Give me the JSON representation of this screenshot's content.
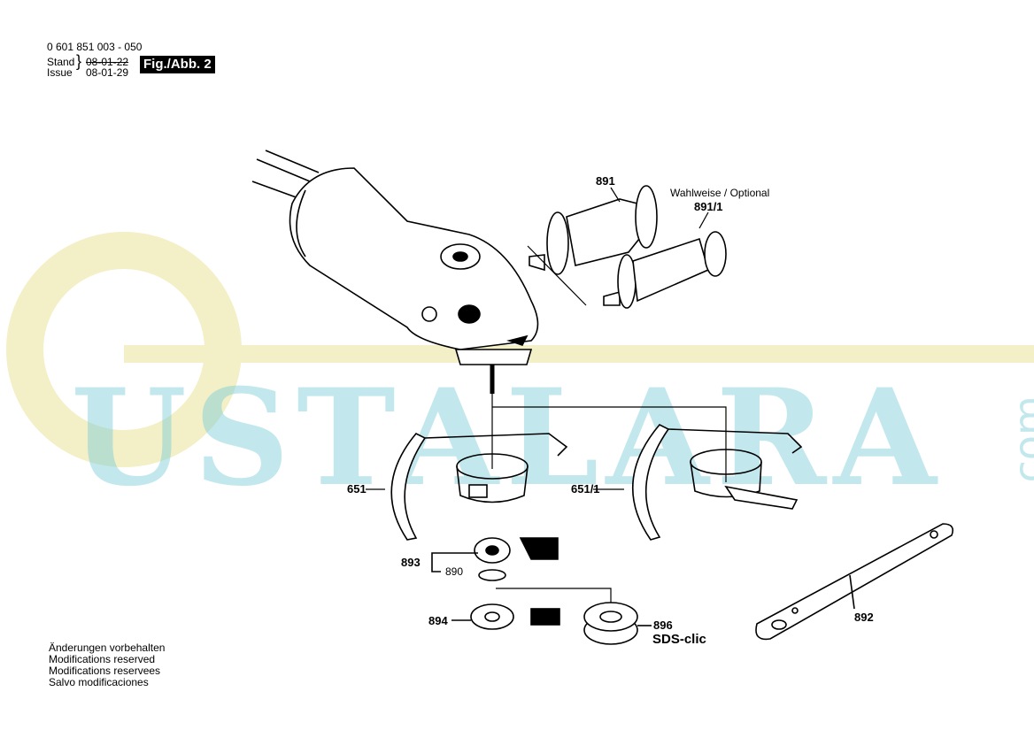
{
  "header": {
    "part_number": "0 601 851 003 - 050",
    "stand_label": "Stand",
    "stand_date": "08-01-22",
    "issue_label": "Issue",
    "issue_date": "08-01-29",
    "figure_label": "Fig./Abb. 2"
  },
  "callouts": {
    "c891": "891",
    "optional": "Wahlweise / Optional",
    "c891_1": "891/1",
    "c651": "651",
    "c651_1": "651/1",
    "c893": "893",
    "c890": "890",
    "c894": "894",
    "c896": "896",
    "sds": "SDS-clic",
    "c892": "892"
  },
  "footer": {
    "lines": [
      "Änderungen vorbehalten",
      "Modifications reserved",
      "Modifications reservees",
      "Salvo modificaciones"
    ]
  },
  "watermark": {
    "text": "USTALARA",
    "suffix": ".com"
  },
  "colors": {
    "watermark_cyan": "#9fd9e0",
    "watermark_yellow": "#f3efc6"
  }
}
